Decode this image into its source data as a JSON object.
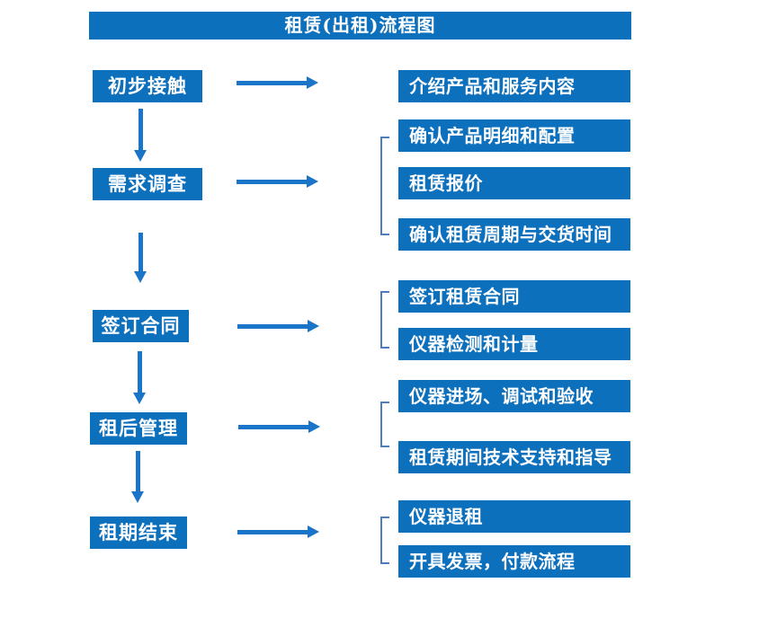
{
  "title": "租赁(出租)流程图",
  "colors": {
    "box_blue": "#0d70bd",
    "arrow_blue": "#1a74c8",
    "bracket_blue": "#4d7ebc"
  },
  "steps": [
    {
      "label": "初步接触",
      "outputs": [
        "介绍产品和服务内容"
      ]
    },
    {
      "label": "需求调查",
      "outputs": [
        "确认产品明细和配置",
        "租赁报价",
        "确认租赁周期与交货时间"
      ]
    },
    {
      "label": "签订合同",
      "outputs": [
        "签订租赁合同",
        "仪器检测和计量"
      ]
    },
    {
      "label": "租后管理",
      "outputs": [
        "仪器进场、调试和验收",
        "租赁期间技术支持和指导"
      ]
    },
    {
      "label": "租期结束",
      "outputs": [
        "仪器退租",
        "开具发票，付款流程"
      ]
    }
  ]
}
